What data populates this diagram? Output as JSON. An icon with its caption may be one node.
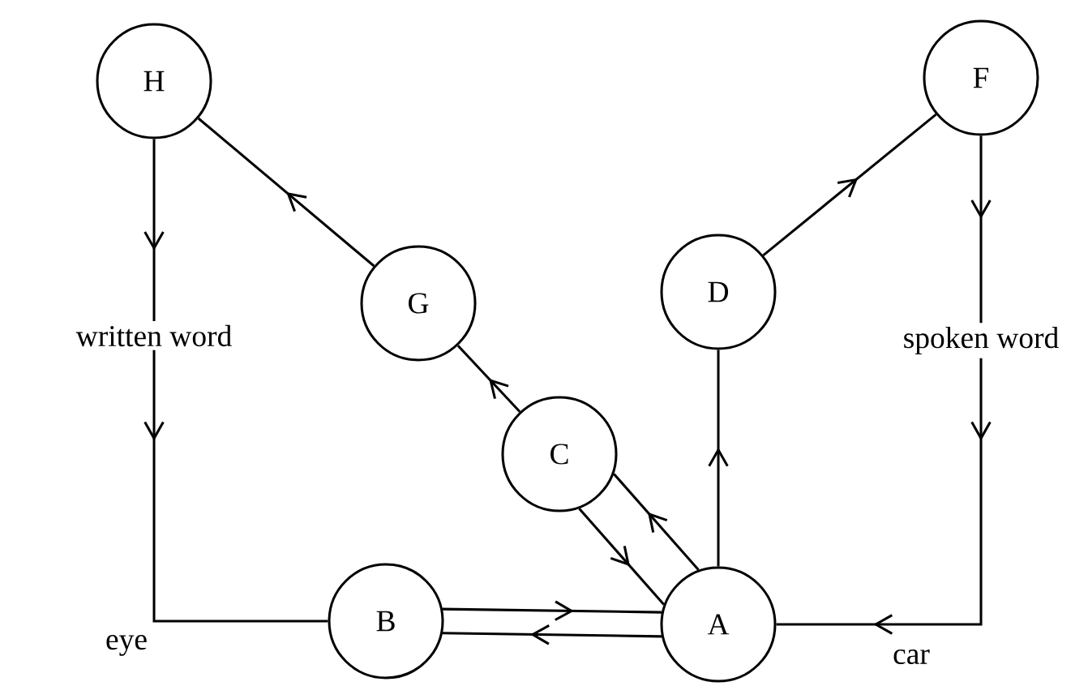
{
  "diagram": {
    "nodes": [
      {
        "text": [
          "H"
        ]
      },
      {
        "text": [
          "F"
        ]
      },
      {
        "text": [
          "G"
        ]
      },
      {
        "text": [
          "D"
        ]
      },
      {
        "text": [
          "C"
        ]
      },
      {
        "text": [
          "B"
        ]
      },
      {
        "text": [
          "A"
        ]
      }
    ],
    "edges": [
      {
        "from": 0,
        "to": 5,
        "arrow": "to",
        "label": "written word"
      },
      {
        "from": 1,
        "to": 6,
        "arrow": "to",
        "label": "spoken word"
      },
      {
        "from": 5,
        "to": 6,
        "arrow": "to"
      },
      {
        "from": 6,
        "to": 5,
        "arrow": "to"
      },
      {
        "from": 6,
        "to": 4,
        "arrow": "to"
      },
      {
        "from": 4,
        "to": 6,
        "arrow": "to"
      },
      {
        "from": 4,
        "to": 2,
        "arrow": "to"
      },
      {
        "from": 2,
        "to": 0,
        "arrow": "to"
      },
      {
        "from": 6,
        "to": 3,
        "arrow": "to"
      },
      {
        "from": 3,
        "to": 1,
        "arrow": "to"
      }
    ],
    "labels": [
      "eye",
      "car"
    ]
  }
}
